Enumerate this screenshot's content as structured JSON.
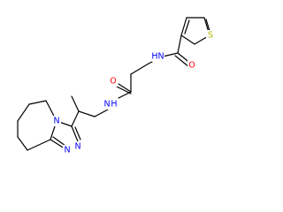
{
  "molecule": {
    "colors": {
      "bond": "#000000",
      "carbon": "#000000",
      "nitrogen": "#0000ff",
      "oxygen": "#ff0000",
      "sulfur": "#b2b200"
    },
    "atom_labels": [
      {
        "id": "S",
        "text": "S",
        "element": "sulfur"
      },
      {
        "id": "O1",
        "text": "O",
        "element": "oxygen"
      },
      {
        "id": "NH1",
        "text": "N",
        "element": "nitrogen"
      },
      {
        "id": "H1",
        "text": "H",
        "element": "nitrogen"
      },
      {
        "id": "O2",
        "text": "O",
        "element": "oxygen"
      },
      {
        "id": "NH2",
        "text": "N",
        "element": "nitrogen"
      },
      {
        "id": "H2",
        "text": "H",
        "element": "nitrogen"
      },
      {
        "id": "N3",
        "text": "N",
        "element": "nitrogen"
      },
      {
        "id": "N4",
        "text": "N",
        "element": "nitrogen"
      },
      {
        "id": "N5",
        "text": "N",
        "element": "nitrogen"
      }
    ]
  }
}
